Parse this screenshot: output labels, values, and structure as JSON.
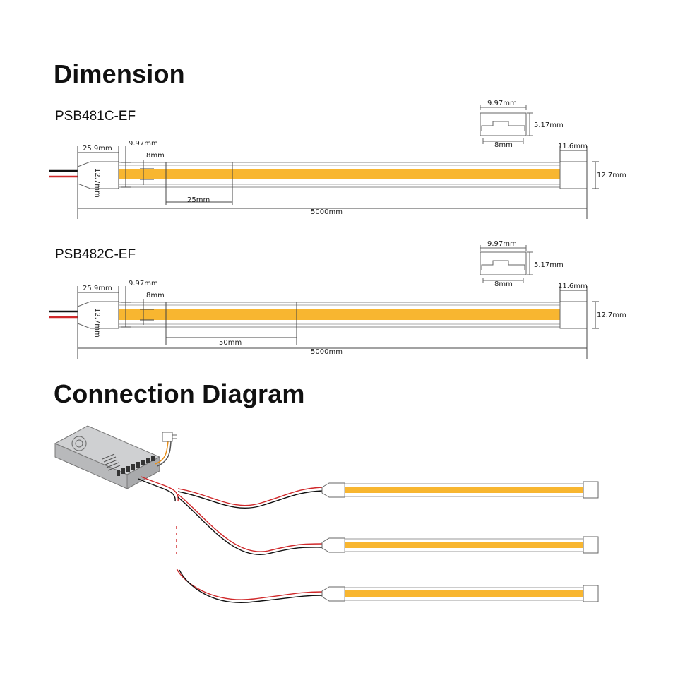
{
  "headings": {
    "dimension": "Dimension",
    "connection": "Connection Diagram"
  },
  "products": [
    {
      "model": "PSB481C-EF",
      "labels": {
        "cross_width": "9.97mm",
        "cross_height": "5.17mm",
        "cross_inner": "8mm",
        "cap_length": "25.9mm",
        "profile_width": "9.97mm",
        "led_width": "8mm",
        "cut_length": "25mm",
        "cap_height": "12.7mm",
        "end_cap_length": "11.6mm",
        "end_cap_height": "12.7mm",
        "total_length": "5000mm"
      }
    },
    {
      "model": "PSB482C-EF",
      "labels": {
        "cross_width": "9.97mm",
        "cross_height": "5.17mm",
        "cross_inner": "8mm",
        "cap_length": "25.9mm",
        "profile_width": "9.97mm",
        "led_width": "8mm",
        "cut_length": "50mm",
        "cap_height": "12.7mm",
        "end_cap_length": "11.6mm",
        "end_cap_height": "12.7mm",
        "total_length": "5000mm"
      }
    }
  ],
  "colors": {
    "led": "#F8B630",
    "wire_red": "#d0282a",
    "wire_black": "#111111",
    "outline": "#666666"
  }
}
